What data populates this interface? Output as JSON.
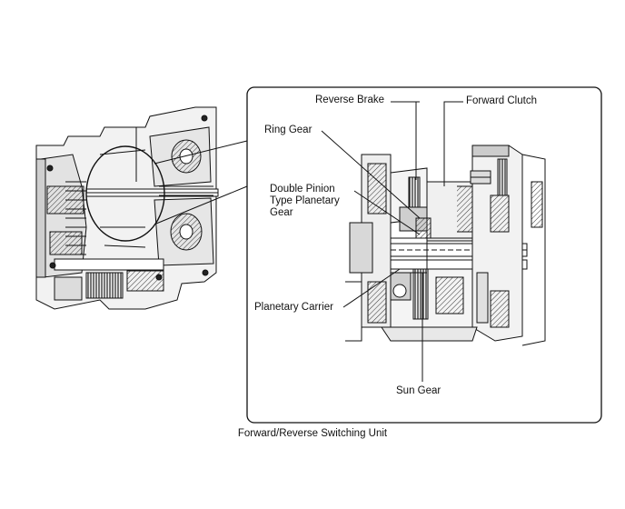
{
  "labels": {
    "reverse_brake": "Reverse Brake",
    "forward_clutch": "Forward Clutch",
    "ring_gear": "Ring Gear",
    "double_pinion": "Double Pinion\nType Planetary\nGear",
    "planetary_carrier": "Planetary Carrier",
    "sun_gear": "Sun Gear"
  },
  "caption": "Forward/Reverse Switching Unit"
}
